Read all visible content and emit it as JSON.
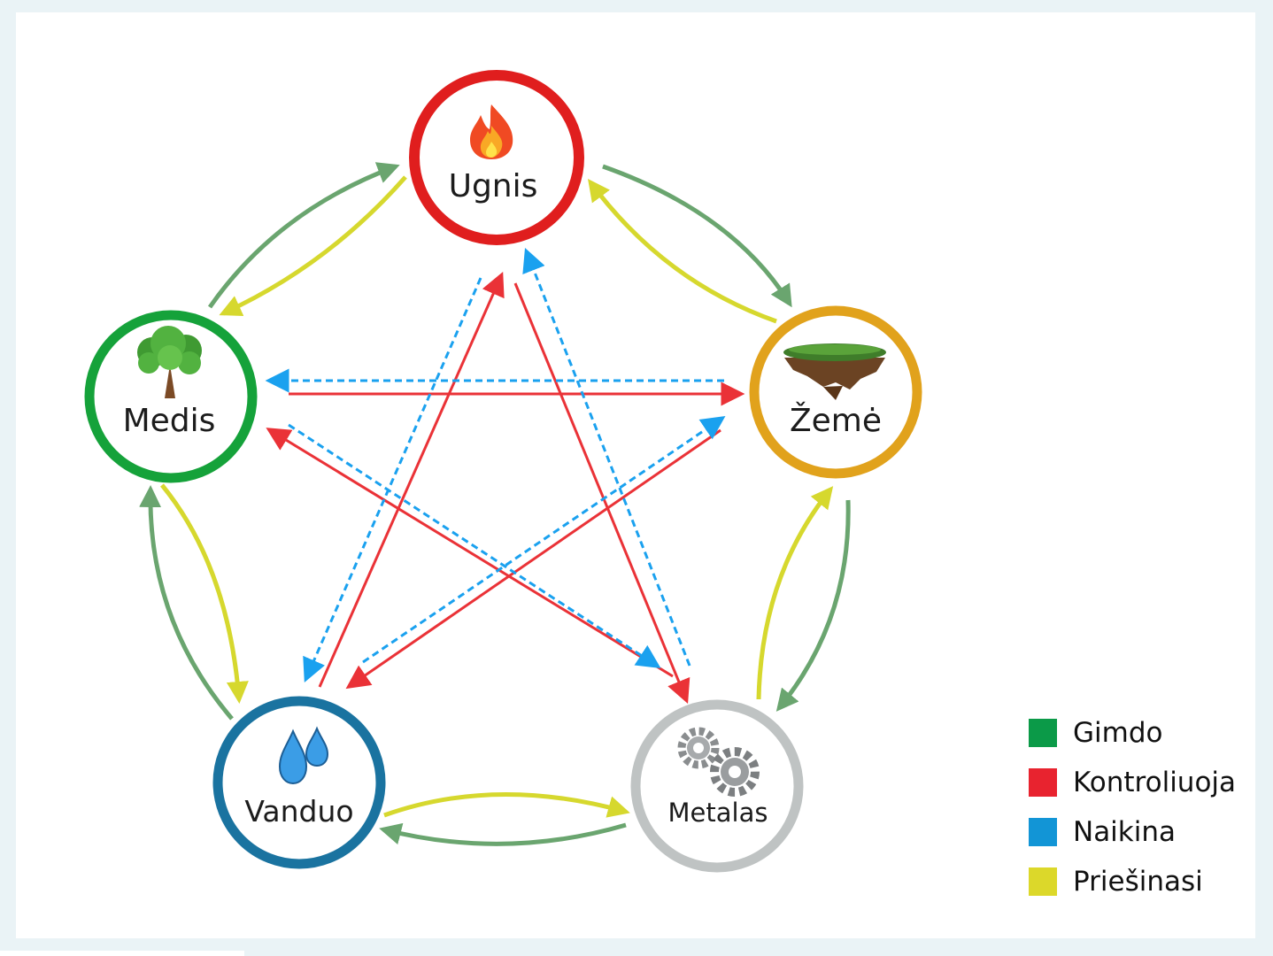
{
  "colors": {
    "gimdo": "#6aa56f",
    "kontroliuoja": "#ea3237",
    "naikina": "#1aa1ef",
    "priesinasi": "#d6d82e",
    "ugnis": "#e01e1e",
    "zeme": "#e1a21c",
    "metalas": "#bfc3c3",
    "vanduo": "#1a73a0",
    "medis": "#15a23a"
  },
  "nodes": [
    {
      "id": "ugnis",
      "label": "Ugnis",
      "icon": "fire-icon"
    },
    {
      "id": "zeme",
      "label": "Žemė",
      "icon": "floating-earth-icon"
    },
    {
      "id": "metalas",
      "label": "Metalas",
      "icon": "gears-icon"
    },
    {
      "id": "vanduo",
      "label": "Vanduo",
      "icon": "water-drops-icon"
    },
    {
      "id": "medis",
      "label": "Medis",
      "icon": "tree-icon"
    }
  ],
  "legend": [
    {
      "label": "Gimdo",
      "color": "#0b9a48"
    },
    {
      "label": "Kontroliuoja",
      "color": "#e8232f"
    },
    {
      "label": "Naikina",
      "color": "#1295d6"
    },
    {
      "label": "Priešinasi",
      "color": "#dcd82a"
    }
  ]
}
